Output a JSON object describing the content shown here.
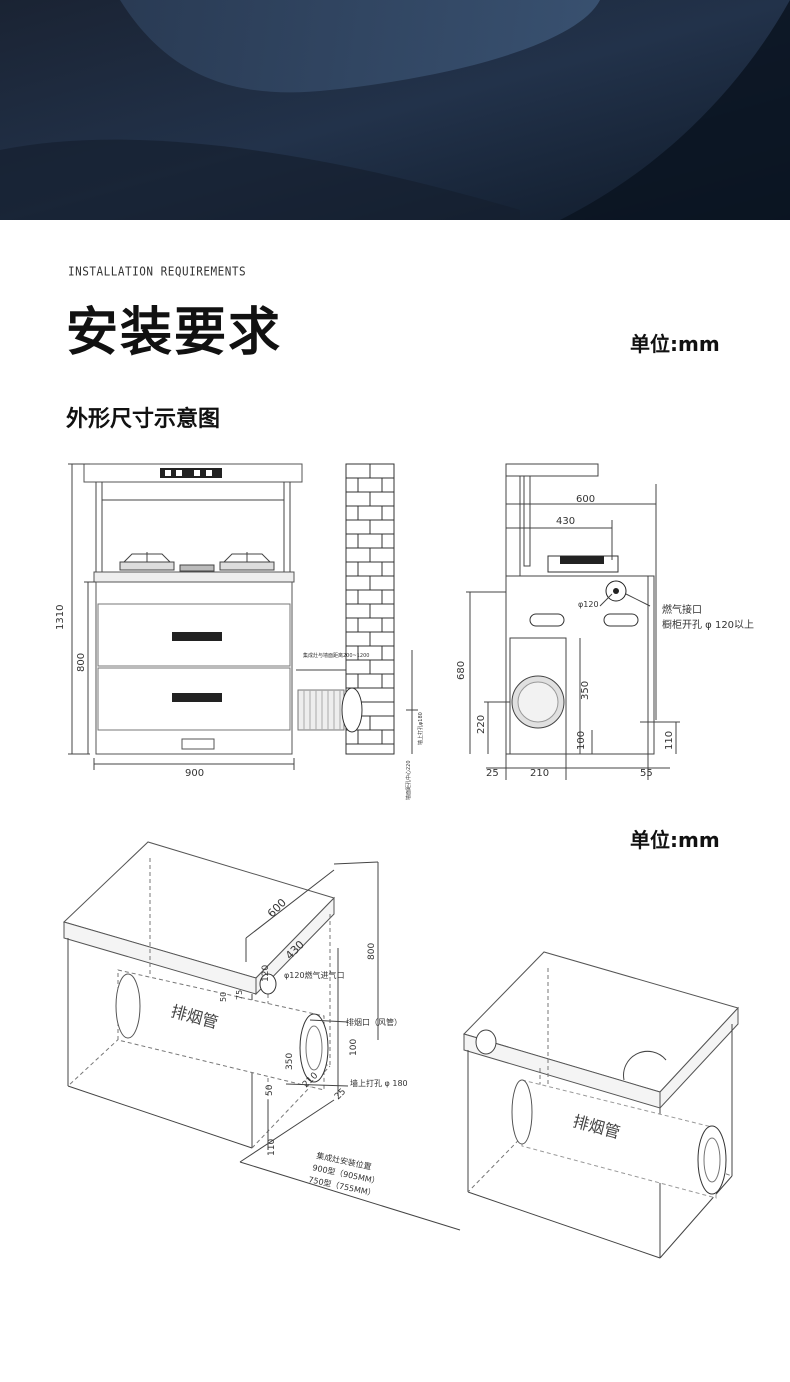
{
  "header": {
    "eyebrow": "INSTALLATION REQUIREMENTS",
    "title": "安装要求",
    "unit_label": "单位:mm",
    "unit_label_2": "单位:mm",
    "section_title": "外形尺寸示意图"
  },
  "front_view": {
    "height_total": "1310",
    "height_cabinet": "800",
    "width": "900"
  },
  "wall_view": {
    "note_distance": "集成灶与墙面距离200~1200",
    "note_wall_hole": "墙上打孔φ180",
    "note_hole_height": "墙面距孔中心220"
  },
  "side_view": {
    "dim_600": "600",
    "dim_430": "430",
    "dim_d120": "φ120",
    "gas_inlet": "燃气接口",
    "cabinet_hole": "橱柜开孔 φ 120以上",
    "dim_680": "680",
    "dim_350": "350",
    "dim_220": "220",
    "dim_100": "100",
    "dim_110": "110",
    "dim_25": "25",
    "dim_210": "210",
    "dim_55": "55"
  },
  "iso_view": {
    "dim_600": "600",
    "dim_430": "430",
    "dim_800": "800",
    "dim_120": "120",
    "dim_50a": "50",
    "dim_75": "75",
    "gas_inlet": "φ120燃气进气口",
    "exhaust_outlet": "排烟口（风管）",
    "exhaust_pipe": "排烟管",
    "dim_100": "100",
    "dim_350": "350",
    "dim_210": "210",
    "dim_25": "25",
    "dim_50b": "50",
    "wall_hole": "墙上打孔 φ 180",
    "dim_110": "110",
    "position_title": "集成灶安装位置",
    "position_900": "900型（905MM）",
    "position_750": "750型（755MM）",
    "exhaust_pipe_right": "排烟管"
  }
}
